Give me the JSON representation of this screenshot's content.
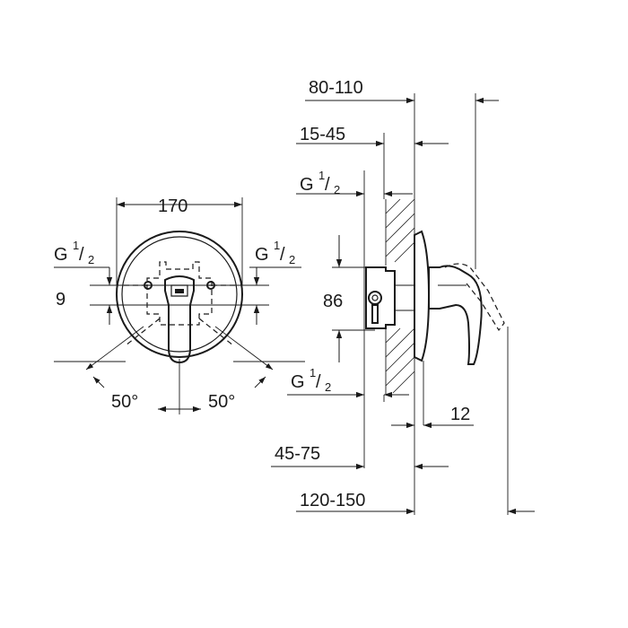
{
  "front_view": {
    "width": "170",
    "thread_left": {
      "main": "G",
      "num": "1",
      "den": "2"
    },
    "thread_right": {
      "main": "G",
      "num": "1",
      "den": "2"
    },
    "offset": "9",
    "angle_left": "50°",
    "angle_right": "50°"
  },
  "side_view": {
    "depth_total": "80-110",
    "depth_wall": "15-45",
    "thread_top": {
      "main": "G",
      "num": "1",
      "den": "2"
    },
    "height": "86",
    "thread_bottom": {
      "main": "G",
      "num": "1",
      "den": "2"
    },
    "plate": "12",
    "depth_body": "45-75",
    "depth_max": "120-150"
  }
}
